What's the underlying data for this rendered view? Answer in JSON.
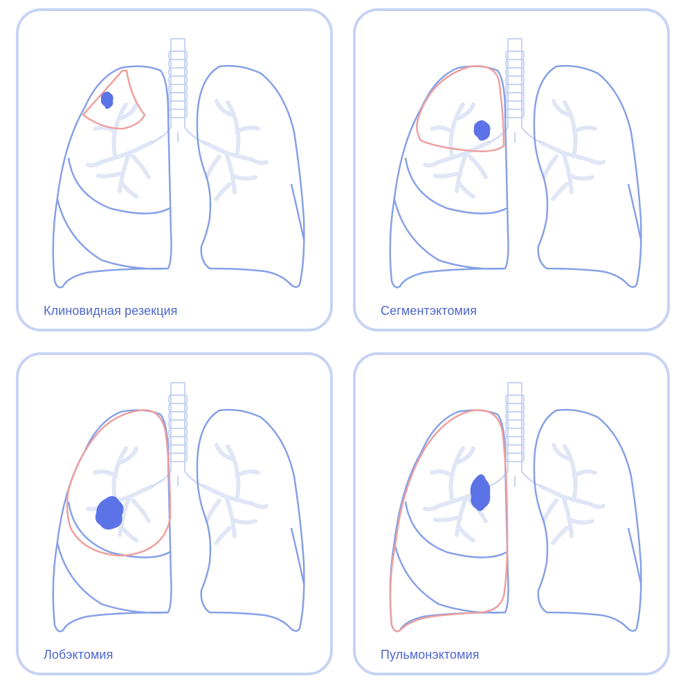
{
  "colors": {
    "lung_outline": "#85a0e6",
    "resection_outline": "#ee9f9f",
    "tumor": "#5b73e6",
    "bronchi": "#e1e6f6",
    "card_border": "#c7d3f4",
    "caption": "#4d66cf"
  },
  "panels": [
    {
      "id": "wedge",
      "label": "Клиновидная резекция"
    },
    {
      "id": "segment",
      "label": "Сегментэктомия"
    },
    {
      "id": "lobe",
      "label": "Лобэктомия"
    },
    {
      "id": "pneumo",
      "label": "Пульмонэктомия"
    }
  ]
}
